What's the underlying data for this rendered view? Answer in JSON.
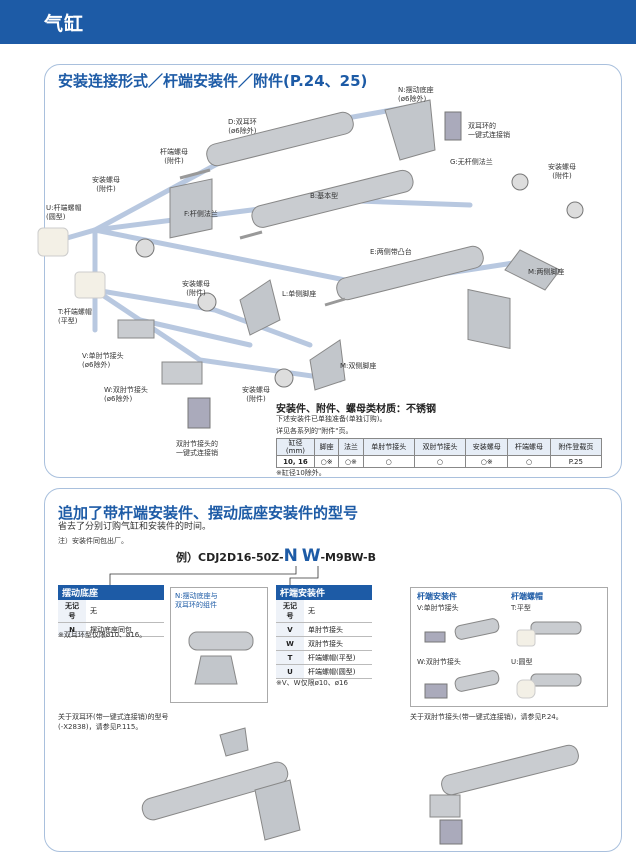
{
  "header": {
    "title": "气缸"
  },
  "section1": {
    "title": "安装连接形式／杆端安装件／附件(P.24、25)",
    "labels": {
      "n_swing": "N:摆动底座\n(ø6除外)",
      "clevis_pin": "双耳环的\n一键式连接销",
      "d_clevis": "D:双耳环\n(ø6除外)",
      "rod_nut_top": "杆端螺母\n(附件)",
      "g_flange": "G:无杆侧法兰",
      "mount_nut_right": "安装螺母\n(附件)",
      "mount_nut_left": "安装螺母\n(附件)",
      "b_basic": "B:基本型",
      "u_cap": "U:杆端螺帽\n(圆型)",
      "f_flange": "F:杆侧法兰",
      "e_trunnion": "E:两侧带凸台",
      "m_double_foot": "M:两侧脚座",
      "mount_nut_mid": "安装螺母\n(附件)",
      "l_foot": "L:单侧脚座",
      "t_cap": "T:杆端螺帽\n(平型)",
      "v_knuckle": "V:单肘节接头\n(ø6除外)",
      "m_double_clevis": "M:双侧脚座",
      "w_knuckle": "W:双肘节接头\n(ø6除外)",
      "mount_nut_bottom": "安装螺母\n(附件)",
      "knuckle_pin": "双肘节接头的\n一键式连接销"
    },
    "material_title": "安装件、附件、螺母类材质：不锈钢",
    "material_note1": "下述安装件已单独准备(单独订购)。",
    "material_note2": "详见各系列的\"附件\"页。",
    "table": {
      "headers": [
        "缸径\n(mm)",
        "脚座",
        "法兰",
        "单肘节接头",
        "双肘节接头",
        "安装螺母",
        "杆端螺母",
        "附件登载页"
      ],
      "row": [
        "10, 16",
        "○※",
        "○※",
        "○",
        "○",
        "○※",
        "○",
        "P.25"
      ],
      "footnote": "※缸径10除外。"
    }
  },
  "section2": {
    "title": "追加了带杆端安装件、摆动底座安装件的型号",
    "subtitle": "省去了分别订购气缸和安装件的时间。",
    "note": "注）安装件同包出厂。",
    "example_prefix": "例）CDJ2D16-50Z-",
    "example_n": "N",
    "example_w": "W",
    "example_suffix": "-M9BW-B",
    "swing": {
      "bar": "摆动底座",
      "head_k": "无记号",
      "head_v": "无",
      "rows": [
        {
          "k": "N",
          "v": "摆动底座同包"
        }
      ],
      "note": "※双耳环型仅限ø10、ø16。"
    },
    "n_box": "N:摆动底座与\n双耳环的组件",
    "rod": {
      "bar": "杆端安装件",
      "head_k": "无记号",
      "head_v": "无",
      "rows": [
        {
          "k": "V",
          "v": "单肘节接头"
        },
        {
          "k": "W",
          "v": "双肘节接头"
        },
        {
          "k": "T",
          "v": "杆端螺帽(平型)"
        },
        {
          "k": "U",
          "v": "杆端螺帽(圆型)"
        }
      ],
      "note": "※V、W仅限ø10、ø16"
    },
    "right_panel": {
      "col1": "杆端安装件",
      "col2": "杆端螺帽",
      "v": "V:单肘节接头",
      "w": "W:双肘节接头",
      "t": "T:平型",
      "u": "U:圆型"
    },
    "bottom_left": "关于双耳环(带一键式连接销)的型号\n(-X2838)，请参见P.115。",
    "bottom_right": "关于双肘节接头(带一键式连接销)，请参见P.24。"
  },
  "colors": {
    "brand": "#1d5ba6",
    "connector": "#b8c8e0"
  }
}
